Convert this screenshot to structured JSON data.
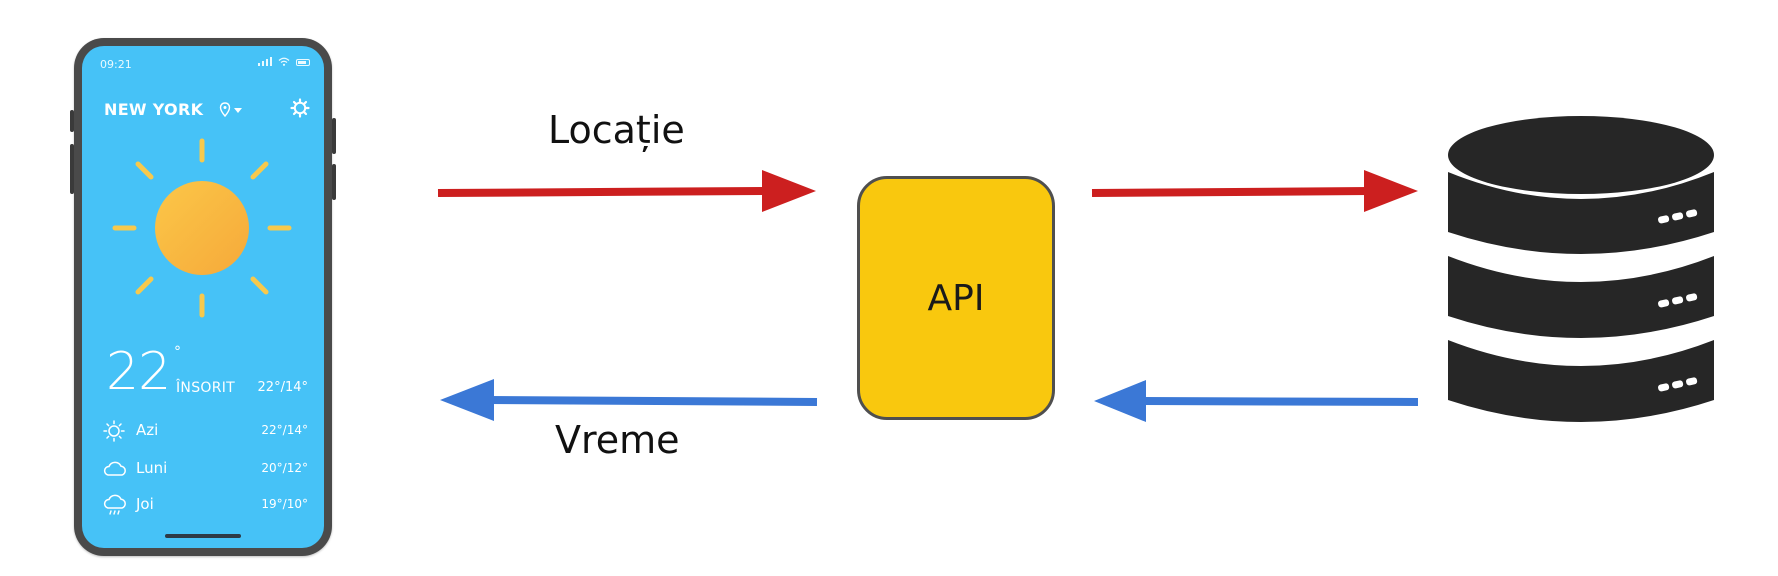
{
  "phone": {
    "status_time": "09:21",
    "city": "NEW YORK",
    "current": {
      "temperature": "22",
      "degree_symbol": "°",
      "condition": "ÎNSORIT",
      "range": "22°/14°"
    },
    "forecast": [
      {
        "day": "Azi",
        "range": "22°/14°",
        "icon": "sun-small-icon"
      },
      {
        "day": "Luni",
        "range": "20°/12°",
        "icon": "cloud-icon"
      },
      {
        "day": "Joi",
        "range": "19°/10°",
        "icon": "rain-cloud-icon"
      }
    ],
    "colors": {
      "screen": "#46c2f7",
      "sun": "#f9b93b",
      "rays": "#f7c94c"
    }
  },
  "flow": {
    "request_label": "Locație",
    "response_label": "Vreme",
    "api_label": "API"
  },
  "colors": {
    "request_arrow": "#cc1f1f",
    "response_arrow": "#3b78d6",
    "api_box": "#f9c80e",
    "database": "#262626"
  }
}
